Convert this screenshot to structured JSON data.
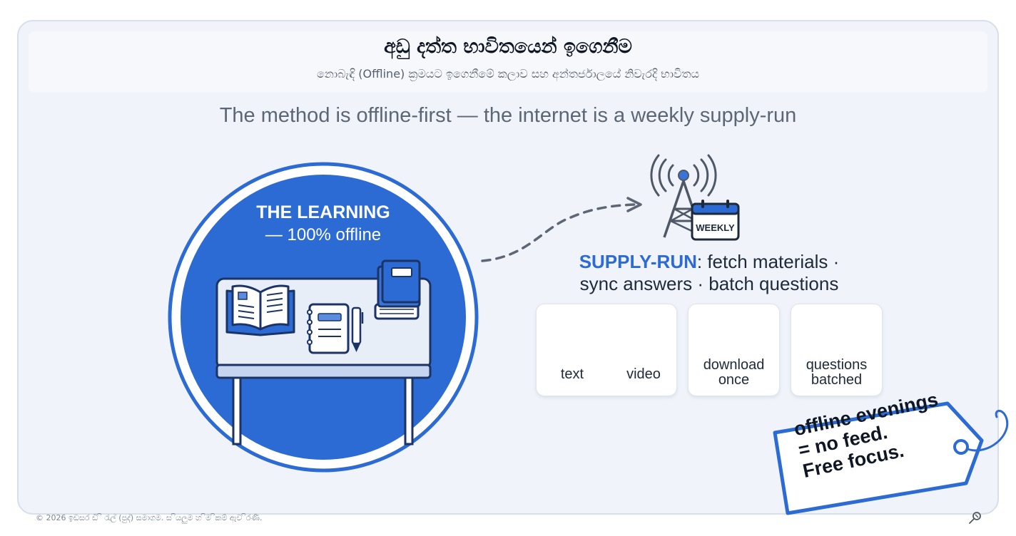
{
  "header": {
    "title": "අඩු දත්ත භාවිතයෙන් ඉගෙනීම",
    "subtitle": "නොබැඳි (Offline) ක්‍රමයට ඉගෙනීමේ කලාව සහ අන්තර්ජාලයේ නිවැරදි භාවිතය"
  },
  "tagline": "The method is offline-first — the internet is a weekly supply-run",
  "learning": {
    "title": "THE LEARNING",
    "subtitle": "— 100% offline"
  },
  "supply_run": {
    "calendar_label": "WEEKLY",
    "highlight": "SUPPLY-RUN",
    "line1_rest": ": fetch materials ·",
    "line2": "sync answers · batch questions"
  },
  "cards": {
    "text_label": "text",
    "arrow_glyph": "«",
    "video_label": "video",
    "download_line1": "download",
    "download_line2": "once",
    "questions_line1": "questions",
    "questions_line2": "batched"
  },
  "tag": {
    "line1": "offline evenings",
    "line2": "= no feed.",
    "line3": "Free focus."
  },
  "footer": "© 2026 ඉඩසර ඩි ි රැල් (පුද්) සමාගම. ස ියලුම හ ිම ිකම් ඇව ිරණි.",
  "colors": {
    "accent_blue": "#2d6bd4",
    "dark_navy": "#1b3366",
    "card_bg": "#f0f4fa"
  }
}
